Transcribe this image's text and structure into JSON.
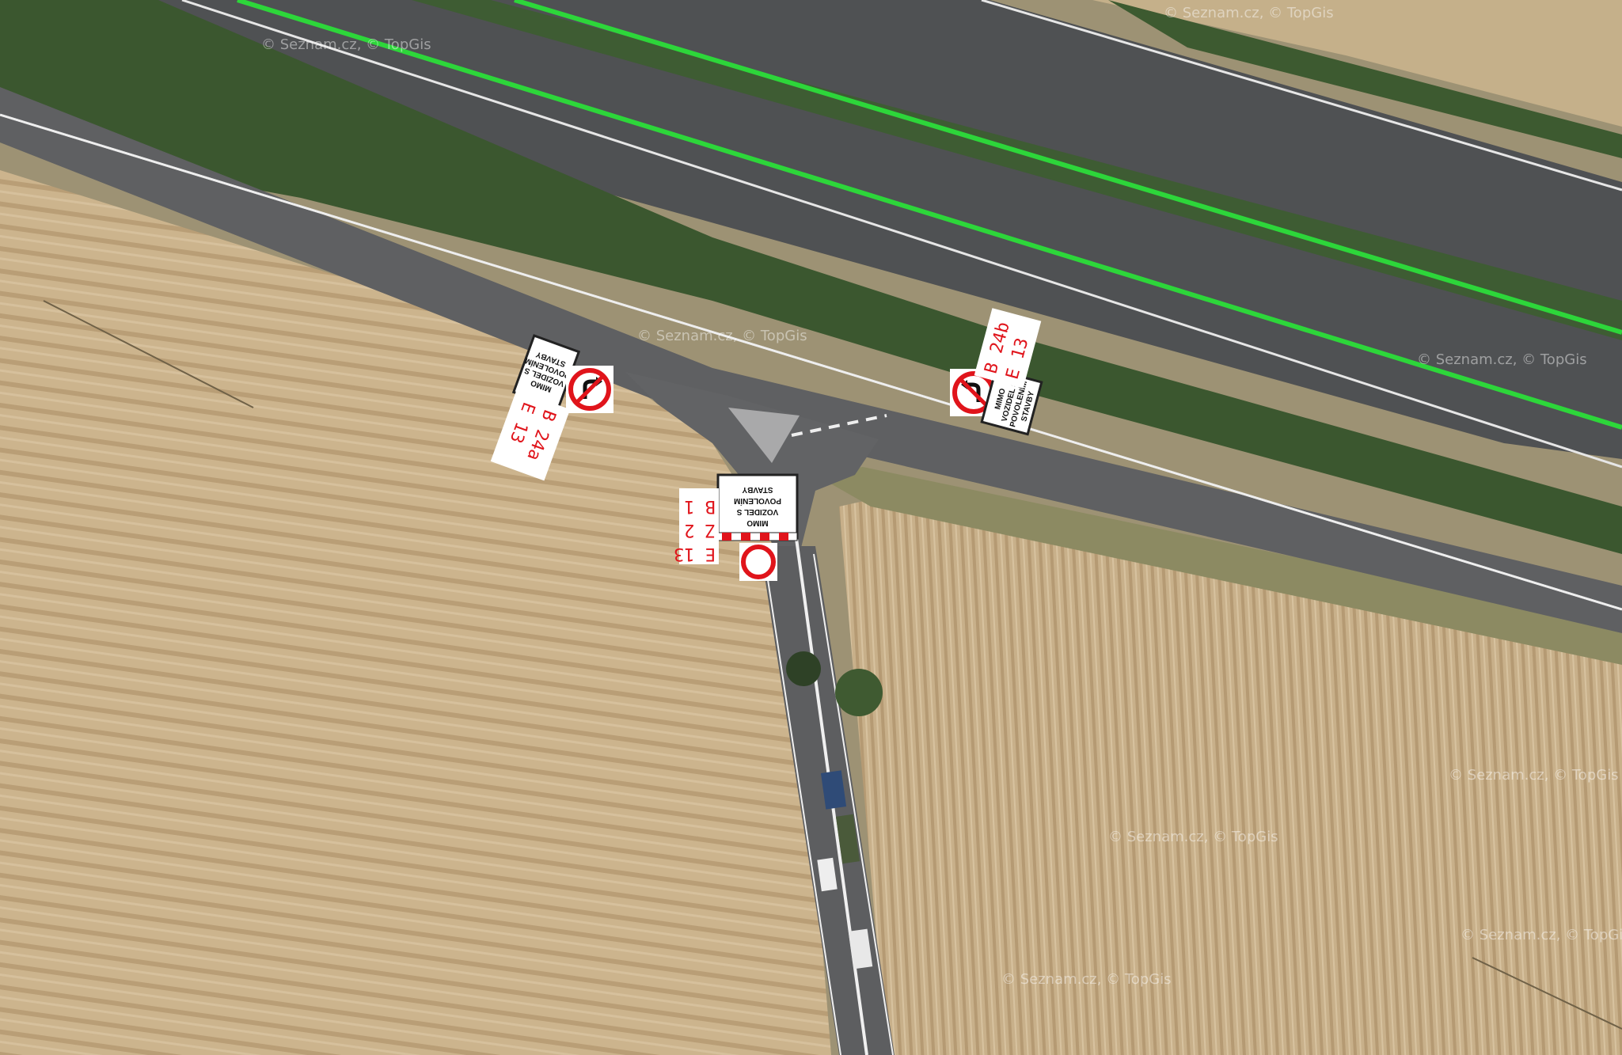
{
  "map": {
    "attribution": [
      "© Seznam.cz, © TopGis",
      "© Seznam.cz, © TopGis",
      "© Seznam.cz, © TopGis",
      "© Seznam.cz, © TopGis",
      "© Seznam.cz, © TopGis",
      "© Seznam.cz, © TopGis",
      "© Seznam.cz, © TopGis",
      "© Seznam.cz, © TopGis"
    ],
    "colors": {
      "field": "#c9b28c",
      "field_dark": "#b39a74",
      "asphalt": "#5f6062",
      "asphalt_dark": "#4b4c4e",
      "vegetation": "#3d5a30",
      "median_green": "#2dd63a",
      "marking": "#f2f2f2",
      "code_red": "#e0141b"
    }
  },
  "signs": {
    "west": {
      "supplement_lines": [
        "MIMO",
        "VOZIDEL S",
        "POVOLENÍM",
        "STAVBY"
      ],
      "codes": [
        "B 24a",
        "E 13"
      ],
      "icon": "no-right-turn-icon"
    },
    "east": {
      "supplement_lines": [
        "MIMO",
        "VOZIDEL S",
        "POVOLENÍM",
        "STAVBY"
      ],
      "codes": [
        "B 24b",
        "E 13"
      ],
      "icon": "no-left-turn-icon"
    },
    "south": {
      "supplement_lines": [
        "MIMO",
        "VOZIDEL S",
        "POVOLENÍM",
        "STAVBY"
      ],
      "codes": [
        "E 13",
        "Z 2",
        "B 1"
      ],
      "icon": "no-entry-circle-icon"
    }
  }
}
